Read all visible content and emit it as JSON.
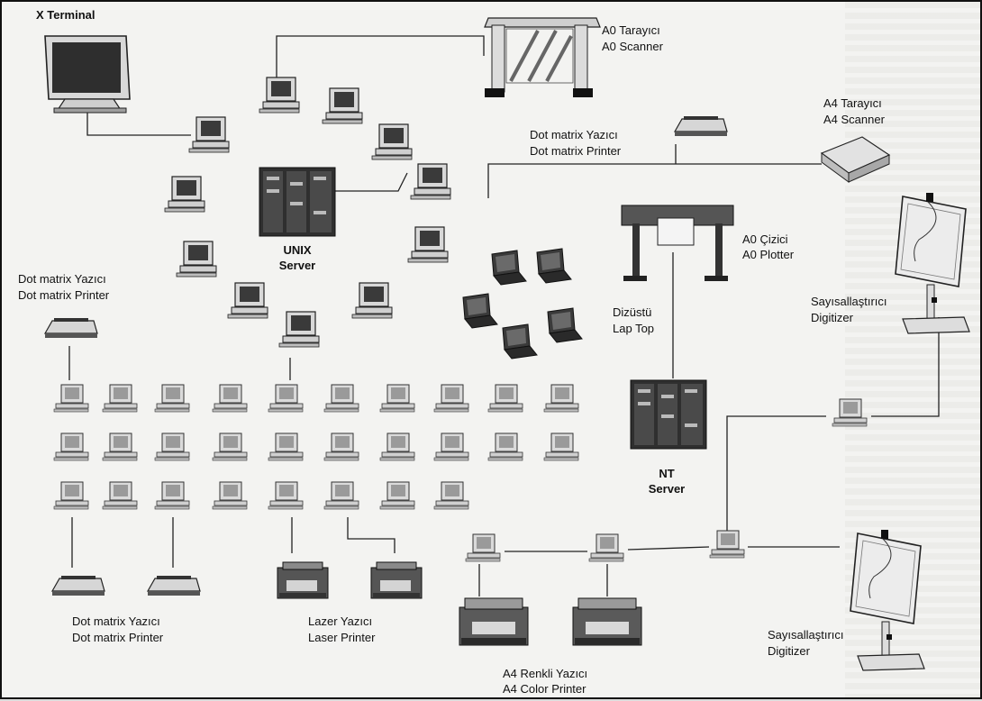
{
  "labels": {
    "x_terminal": "X Terminal",
    "a0_scanner_tr": "A0 Tarayıcı",
    "a0_scanner_en": "A0 Scanner",
    "a4_scanner_tr": "A4 Tarayıcı",
    "a4_scanner_en": "A4 Scanner",
    "dot_top_tr": "Dot matrix Yazıcı",
    "dot_top_en": "Dot matrix Printer",
    "dot_left_tr": "Dot matrix Yazıcı",
    "dot_left_en": "Dot matrix Printer",
    "dot_bottom_tr": "Dot matrix Yazıcı",
    "dot_bottom_en": "Dot matrix Printer",
    "unix_1": "UNIX",
    "unix_2": "Server",
    "plotter_tr": "A0 Çizici",
    "plotter_en": "A0 Plotter",
    "laptop_tr": "Dizüstü",
    "laptop_en": "Lap Top",
    "nt_1": "NT",
    "nt_2": "Server",
    "digitizer_top_tr": "Sayısallaştırıcı",
    "digitizer_top_en": "Digitizer",
    "digitizer_bottom_tr": "Sayısallaştırıcı",
    "digitizer_bottom_en": "Digitizer",
    "laser_tr": "Lazer Yazıcı",
    "laser_en": "Laser Printer",
    "color_tr": "A4 Renkli Yazıcı",
    "color_en": "A4 Color Printer"
  }
}
